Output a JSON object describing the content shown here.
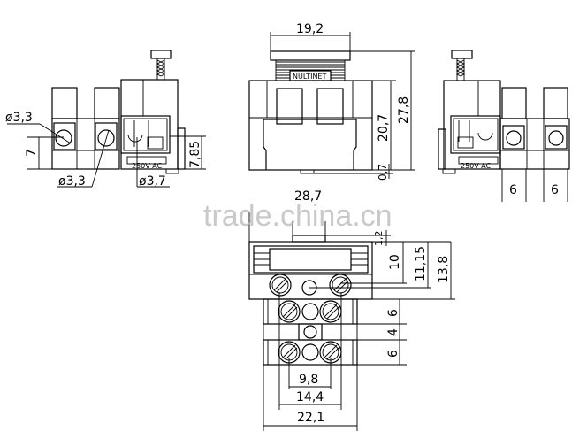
{
  "drawing": {
    "title": "Fuse terminal block dimension drawing",
    "watermark": "trade.china.cn",
    "units": "mm",
    "views": {
      "left_side": {
        "labels": {
          "screw_hole_dia_1": "ø3,3",
          "screw_hole_dia_2": "ø3,3",
          "fuse_hole_dia": "ø3,7",
          "height_7": "7",
          "height_785": "7,85",
          "rating": "250V AC"
        }
      },
      "front": {
        "labels": {
          "width_192": "19,2",
          "height_207": "20,7",
          "height_278": "27,8",
          "offset_07": "0,7",
          "brand": "NULTINET"
        }
      },
      "right_side": {
        "labels": {
          "pitch_1": "6",
          "pitch_2": "6",
          "rating": "250V AC"
        }
      },
      "top": {
        "labels": {
          "width_287": "28,7",
          "offset_12": "1,2",
          "height_10": "10",
          "height_1115": "11,15",
          "height_138": "13,8",
          "pitch_6a": "6",
          "pitch_4": "4",
          "pitch_6b": "6",
          "width_98": "9,8",
          "width_144": "14,4",
          "width_221": "22,1"
        }
      }
    }
  }
}
